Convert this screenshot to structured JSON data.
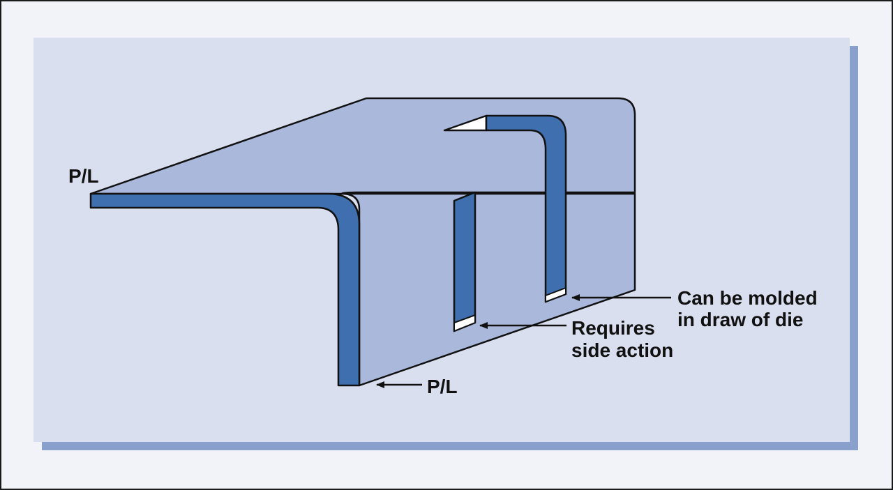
{
  "labels": {
    "parting_line_top": "P/L",
    "parting_line_bottom": "P/L",
    "side_action_line1": "Requires",
    "side_action_line2": "side action",
    "draw_line1": "Can be molded",
    "draw_line2": "in draw of die"
  },
  "colors": {
    "page_background": "#f1f3f8",
    "panel": "#d9dfef",
    "panel_shadow": "#8aa0cc",
    "part_face": "#aab8dc",
    "part_edge": "#3f6fae",
    "outline": "#111111"
  }
}
